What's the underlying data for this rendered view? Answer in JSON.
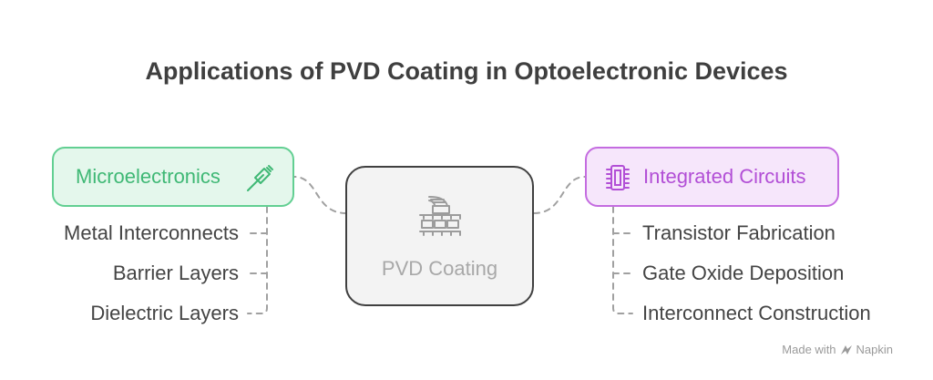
{
  "title": "Applications of PVD Coating in Optoelectronic Devices",
  "center": {
    "label": "PVD Coating",
    "icon": "pvd-machine-icon"
  },
  "left": {
    "label": "Microelectronics",
    "icon": "pipette-icon",
    "accent": "#3fb875",
    "items": [
      "Metal Interconnects",
      "Barrier Layers",
      "Dielectric Layers"
    ]
  },
  "right": {
    "label": "Integrated Circuits",
    "icon": "chip-icon",
    "accent": "#b24fd6",
    "items": [
      "Transistor Fabrication",
      "Gate Oxide Deposition",
      "Interconnect Construction"
    ]
  },
  "watermark": {
    "prefix": "Made with",
    "brand": "Napkin"
  }
}
